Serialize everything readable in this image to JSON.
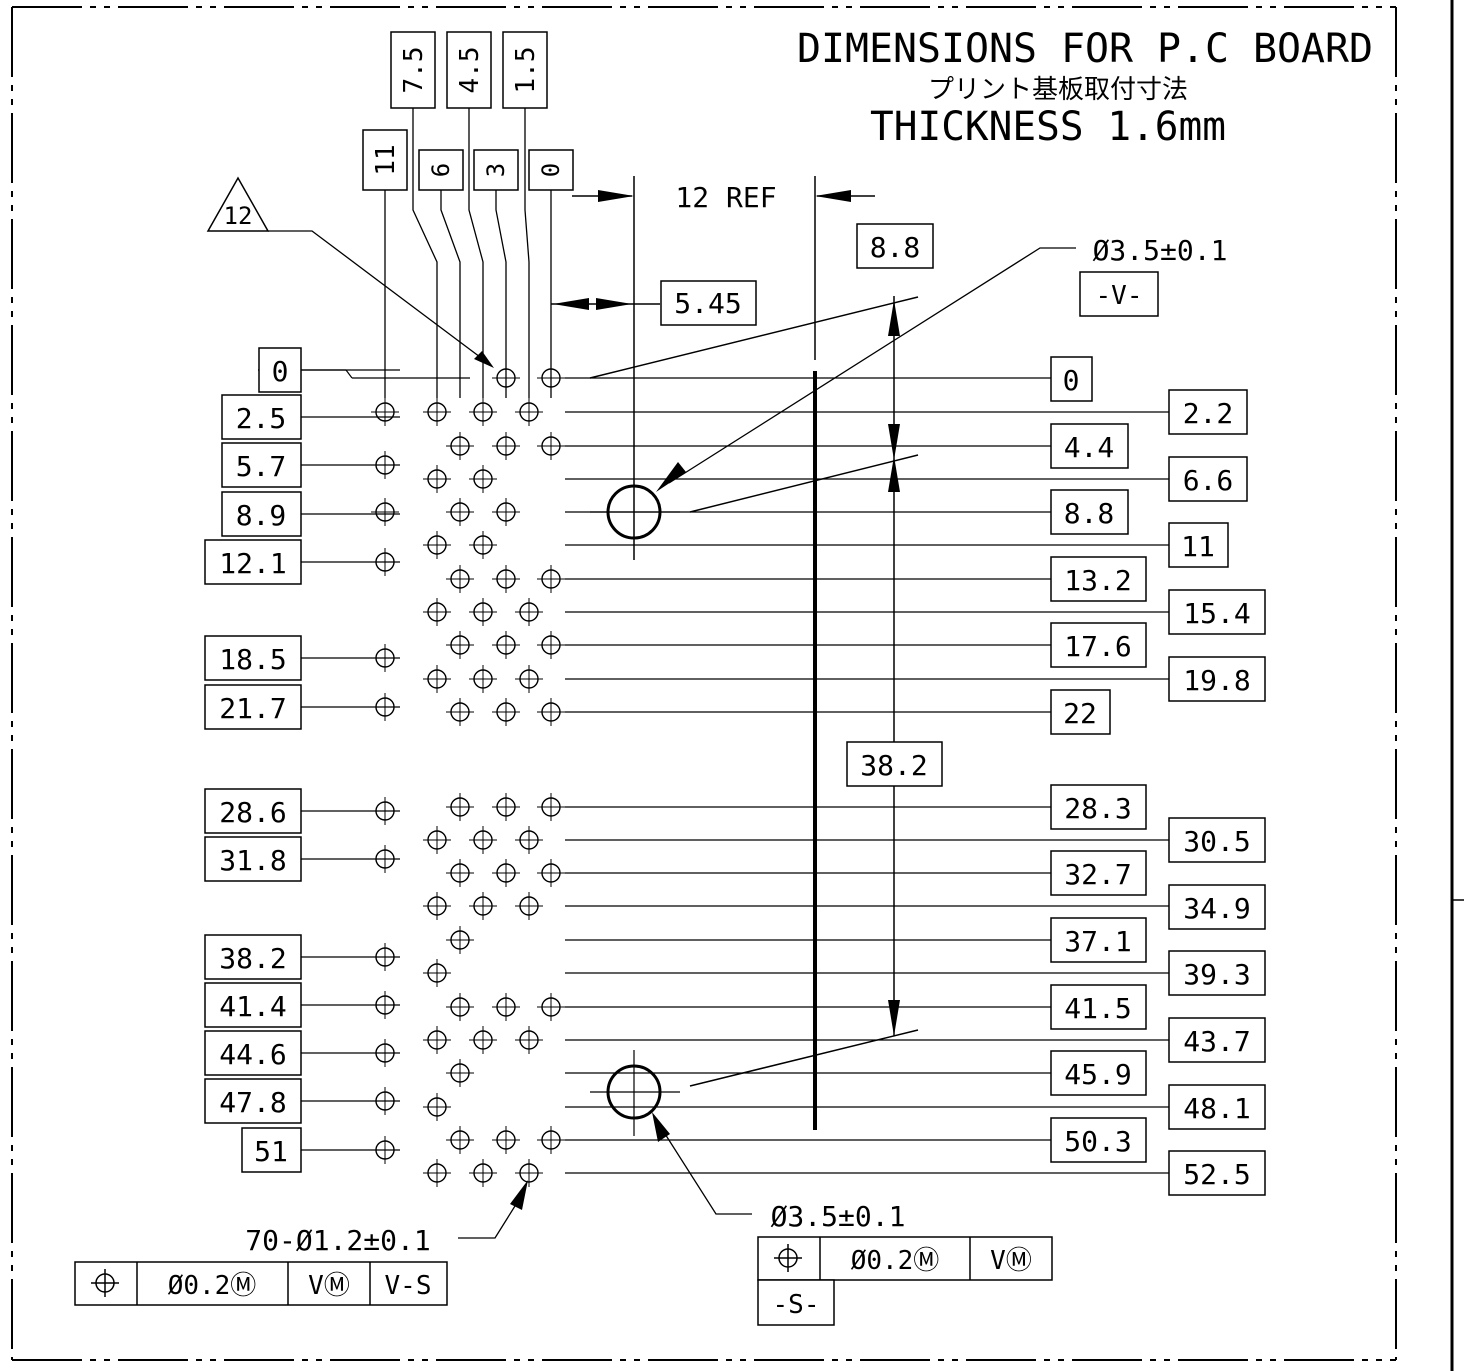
{
  "title": {
    "line1": "DIMENSIONS FOR P.C BOARD",
    "line2": "プリント基板取付寸法",
    "line3": "THICKNESS 1.6mm"
  },
  "columns": {
    "top_labels": [
      "7.5",
      "4.5",
      "1.5"
    ],
    "mid_labels": [
      "11",
      "6",
      "3",
      "0"
    ],
    "ref_label": "12 REF",
    "offset_label": "5.45",
    "revision_triangle": "12"
  },
  "left_labels": [
    "0",
    "2.5",
    "5.7",
    "8.9",
    "12.1",
    "18.5",
    "21.7",
    "28.6",
    "31.8",
    "38.2",
    "41.4",
    "44.6",
    "47.8",
    "51"
  ],
  "right_labels": [
    "0",
    "2.2",
    "4.4",
    "6.6",
    "8.8",
    "11",
    "13.2",
    "15.4",
    "17.6",
    "19.8",
    "22",
    "28.3",
    "30.5",
    "32.7",
    "34.9",
    "37.1",
    "39.3",
    "41.5",
    "43.7",
    "45.9",
    "48.1",
    "50.3",
    "52.5"
  ],
  "vertical_dims": {
    "top": "8.8",
    "span": "38.2"
  },
  "mount_hole": {
    "callout": "Ø3.5±0.1",
    "datum": "-V-",
    "callout_lower": "Ø3.5±0.1"
  },
  "hole_note": "70-Ø1.2±0.1",
  "fcf_left": [
    "⌖",
    "Ø0.2Ⓜ",
    "VⓂ",
    "V-S"
  ],
  "fcf_right": [
    "⌖",
    "Ø0.2Ⓜ",
    "VⓂ"
  ],
  "datum_s": "-S-"
}
